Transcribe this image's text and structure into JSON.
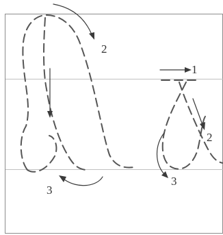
{
  "sheet": {
    "colors": {
      "border": "#8c8c8c",
      "ruled_lines": "#c0c0c0",
      "letter_strokes": "#555555",
      "arrows": "#3a3a3a"
    }
  },
  "letter_left": {
    "steps": [
      {
        "label": "2"
      },
      {
        "label": "3"
      }
    ]
  },
  "letter_right": {
    "steps": [
      {
        "label": "1"
      },
      {
        "label": "2"
      },
      {
        "label": "3"
      }
    ]
  }
}
